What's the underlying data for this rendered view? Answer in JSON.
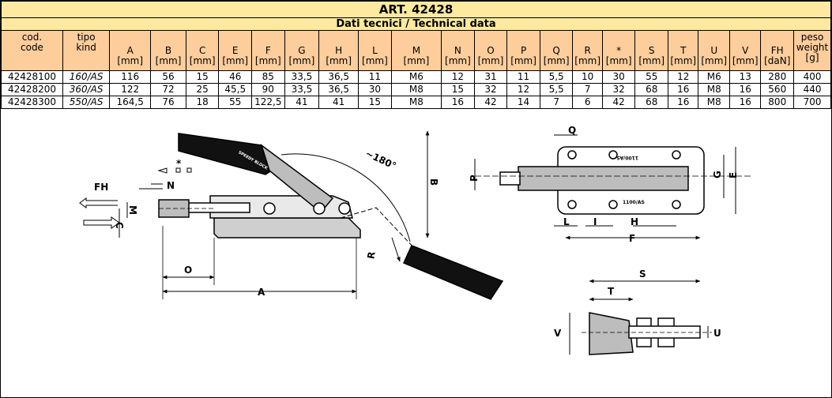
{
  "title": "ART. 42428",
  "subtitle": "Dati tecnici / Technical data",
  "columns": [
    {
      "name": "cod.",
      "unit": "code"
    },
    {
      "name": "tipo",
      "unit": "kind"
    },
    {
      "name": "A",
      "unit": "[mm]"
    },
    {
      "name": "B",
      "unit": "[mm]"
    },
    {
      "name": "C",
      "unit": "[mm]"
    },
    {
      "name": "E",
      "unit": "[mm]"
    },
    {
      "name": "F",
      "unit": "[mm]"
    },
    {
      "name": "G",
      "unit": "[mm]"
    },
    {
      "name": "H",
      "unit": "[mm]"
    },
    {
      "name": "L",
      "unit": "[mm]"
    },
    {
      "name": "M",
      "unit": "[mm]"
    },
    {
      "name": "N",
      "unit": "[mm]"
    },
    {
      "name": "O",
      "unit": "[mm]"
    },
    {
      "name": "P",
      "unit": "[mm]"
    },
    {
      "name": "Q",
      "unit": "[mm]"
    },
    {
      "name": "R",
      "unit": "[mm]"
    },
    {
      "name": "*",
      "unit": "[mm]"
    },
    {
      "name": "S",
      "unit": "[mm]"
    },
    {
      "name": "T",
      "unit": "[mm]"
    },
    {
      "name": "U",
      "unit": "[mm]"
    },
    {
      "name": "V",
      "unit": "[mm]"
    },
    {
      "name": "FH",
      "unit": "[daN]"
    },
    {
      "name": "peso",
      "unit": "weight",
      "unit2": "[g]"
    }
  ],
  "rows": [
    [
      "42428100",
      "160/AS",
      "116",
      "56",
      "15",
      "46",
      "85",
      "33,5",
      "36,5",
      "11",
      "M6",
      "12",
      "31",
      "11",
      "5,5",
      "10",
      "30",
      "55",
      "12",
      "M6",
      "13",
      "280",
      "400"
    ],
    [
      "42428200",
      "360/AS",
      "122",
      "72",
      "25",
      "45,5",
      "90",
      "33,5",
      "36,5",
      "30",
      "M8",
      "15",
      "32",
      "12",
      "5,5",
      "7",
      "32",
      "68",
      "16",
      "M8",
      "16",
      "560",
      "440"
    ],
    [
      "42428300",
      "550/AS",
      "164,5",
      "76",
      "18",
      "55",
      "122,5",
      "41",
      "41",
      "15",
      "M8",
      "16",
      "42",
      "14",
      "7",
      "6",
      "42",
      "68",
      "16",
      "M8",
      "16",
      "800",
      "700"
    ]
  ],
  "drawing": {
    "side_view": {
      "FH": "FH",
      "M": "M",
      "C": "C",
      "N": "N",
      "star": "*",
      "O": "O",
      "A": "A",
      "B": "B",
      "R": "R",
      "angle": "~180°",
      "brand_text": "SPEEDY BLOCK"
    },
    "top_view": {
      "Q": "Q",
      "P": "P",
      "G": "G",
      "E": "E",
      "L": "L",
      "I": "I",
      "H": "H",
      "F": "F",
      "plate_text": "1100/AS"
    },
    "plunger_view": {
      "S": "S",
      "T": "T",
      "V": "V",
      "U": "U"
    }
  }
}
